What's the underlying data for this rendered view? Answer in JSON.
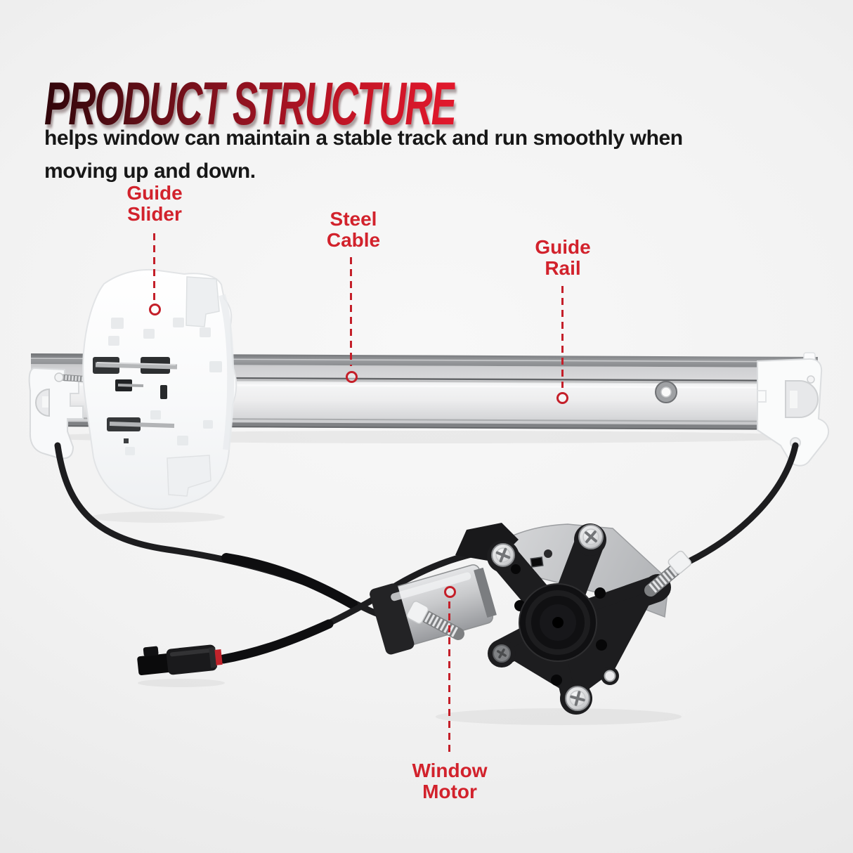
{
  "header": {
    "title": "PRODUCT STRUCTURE",
    "subtitle": "helps window can maintain a stable track and run smoothly when\nmoving up and down."
  },
  "callouts": [
    {
      "id": "guide-slider",
      "label": "Guide\nSlider"
    },
    {
      "id": "steel-cable",
      "label": "Steel\nCable"
    },
    {
      "id": "guide-rail",
      "label": "Guide\nRail"
    },
    {
      "id": "window-motor",
      "label": "Window\nMotor"
    }
  ],
  "diagram_parts": [
    "Guide Slider",
    "Steel Cable",
    "Guide Rail",
    "Window Motor"
  ],
  "colors": {
    "accent_red": "#d2222c",
    "leader_line_red": "#c41f29",
    "title_gradient_start": "#31060b",
    "title_gradient_end": "#e2182c",
    "body_text": "#171717"
  }
}
